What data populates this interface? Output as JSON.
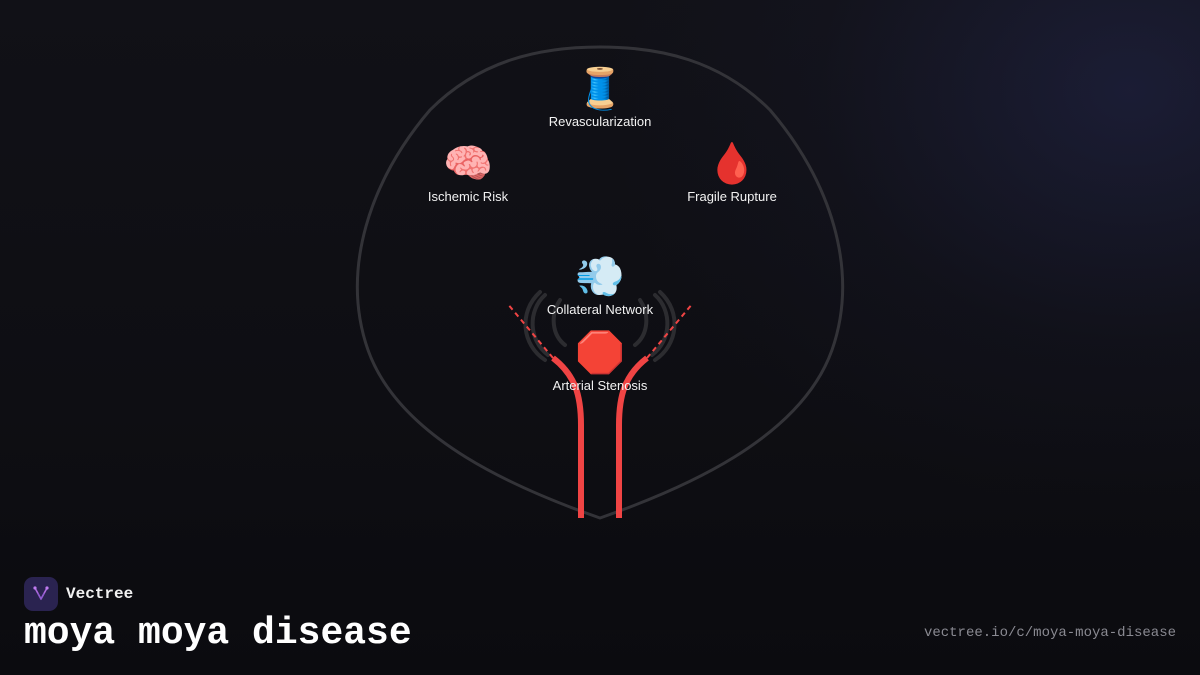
{
  "diagram": {
    "nodes": [
      {
        "id": "revascularization",
        "label": "Revascularization",
        "icon_name": "thread-spool-icon",
        "icon": "🧵"
      },
      {
        "id": "ischemic-risk",
        "label": "Ischemic Risk",
        "icon_name": "brain-icon",
        "icon": "🧠"
      },
      {
        "id": "fragile-rupture",
        "label": "Fragile Rupture",
        "icon_name": "blood-drop-icon",
        "icon": "🩸"
      },
      {
        "id": "collateral-network",
        "label": "Collateral Network",
        "icon_name": "dash-puff-icon",
        "icon": "💨"
      },
      {
        "id": "arterial-stenosis",
        "label": "Arterial Stenosis",
        "icon_name": "stop-sign-icon",
        "icon": "🛑"
      }
    ],
    "colors": {
      "outline": "#333338",
      "artery": "#f04444",
      "collateral": "#2c2c30"
    }
  },
  "footer": {
    "brand_name": "Vectree",
    "title": "moya moya disease",
    "url": "vectree.io/c/moya-moya-disease"
  }
}
